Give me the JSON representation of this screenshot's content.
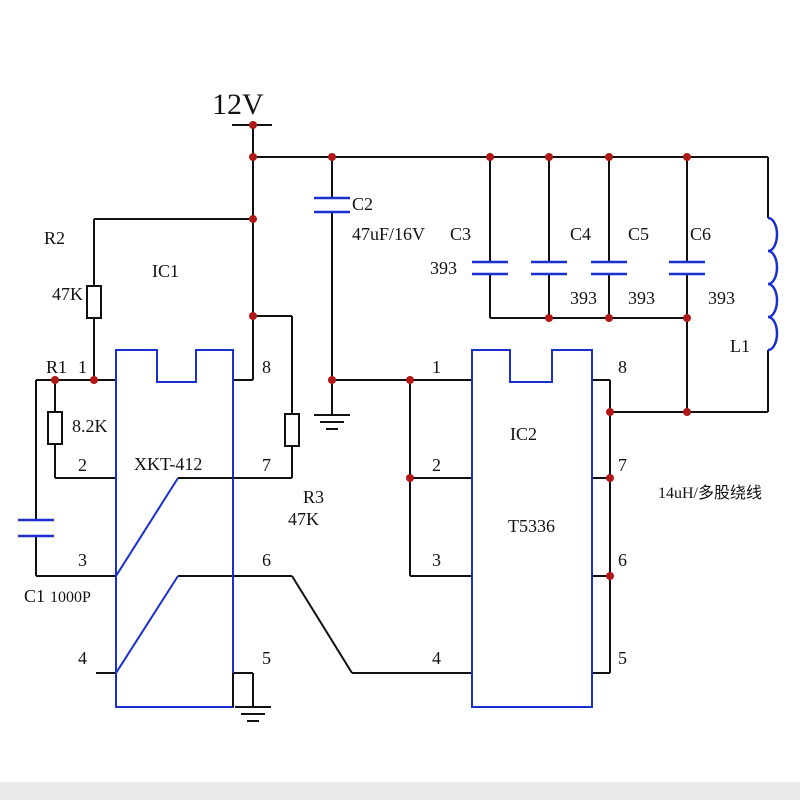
{
  "supply": {
    "label": "12V"
  },
  "ic1": {
    "ref": "IC1",
    "part": "XKT-412",
    "pins": [
      "1",
      "2",
      "3",
      "4",
      "5",
      "6",
      "7",
      "8"
    ]
  },
  "ic2": {
    "ref": "IC2",
    "part": "T5336",
    "pins": [
      "1",
      "2",
      "3",
      "4",
      "5",
      "6",
      "7",
      "8"
    ]
  },
  "resistors": [
    {
      "ref": "R1",
      "value": "8.2K"
    },
    {
      "ref": "R2",
      "value": "47K"
    },
    {
      "ref": "R3",
      "value": "47K"
    }
  ],
  "capacitors": [
    {
      "ref": "C1",
      "value": "1000P"
    },
    {
      "ref": "C2",
      "value": "47uF/16V"
    },
    {
      "ref": "C3",
      "value": "393"
    },
    {
      "ref": "C4",
      "value": "393"
    },
    {
      "ref": "C5",
      "value": "393"
    },
    {
      "ref": "C6",
      "value": "393"
    }
  ],
  "inductor": {
    "ref": "L1",
    "note": "14uH/多股绕线"
  },
  "colors": {
    "wire": "#111111",
    "component": "#1a2fd0",
    "junction": "#b01818"
  }
}
